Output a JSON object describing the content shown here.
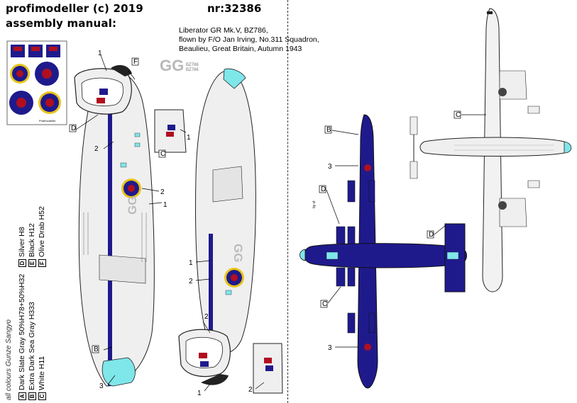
{
  "header": {
    "brand": "profimodeller (c) 2019",
    "product_number": "nr:32386",
    "subtitle": "assembly manual:"
  },
  "aircraft": {
    "line1": "Liberator GR Mk.V, BZ786,",
    "line2": "flown by F/O Jan Irving, No.311 Squadron,",
    "line3": "Beaulieu, Great Britain, Autumn 1943"
  },
  "markings": {
    "code_letters": "GG",
    "serial_top": "BZ786",
    "serial_bottom": "BZ786",
    "decal_caption": "Profimodeller"
  },
  "callouts": {
    "n1": "1",
    "n2": "2",
    "n3": "3",
    "B": "B",
    "C": "C",
    "D": "D",
    "F": "F",
    "by_ct": "by ct"
  },
  "legend": {
    "note": "all colours Gunze Sangyo",
    "items": [
      {
        "key": "A",
        "text": "Dark Slate Gray  50%H78+50%H32"
      },
      {
        "key": "B",
        "text": "Extra Dark Sea Gray  H333"
      },
      {
        "key": "C",
        "text": "White H11"
      },
      {
        "key": "D",
        "text": "Silver  H8"
      },
      {
        "key": "E",
        "text": "Black  H12"
      },
      {
        "key": "F",
        "text": "Olive Drab H52"
      }
    ]
  },
  "colors": {
    "dark_blue": "#1f1a8c",
    "roundel_red": "#b00f20",
    "roundel_yellow": "#e8c418",
    "cyan": "#7fe6ea",
    "light_gray": "#efefef",
    "outline": "#222222"
  }
}
